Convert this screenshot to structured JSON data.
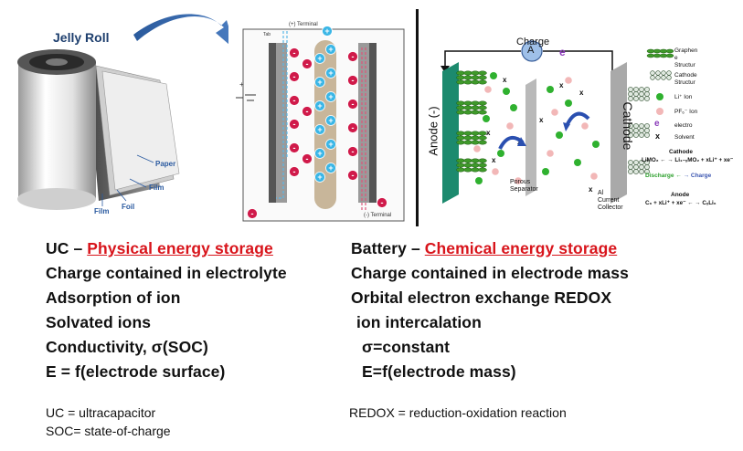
{
  "jelly_roll": {
    "title": "Jelly Roll",
    "label_paper": "Paper",
    "label_film_right": "Film",
    "label_film_left": "Film",
    "label_foil": "Foil"
  },
  "uc_cell": {
    "terminal_top": "(+) Terminal",
    "terminal_bottom": "(-) Terminal",
    "tab_label": "Tab",
    "plus": "+",
    "minus": "-"
  },
  "battery_diagram": {
    "charge_label": "Charge",
    "ammeter": "A",
    "anode_label": "Anode (-)",
    "cathode_label": "Cathode",
    "separator_label": [
      "Porous",
      "Separator"
    ],
    "collector_label": [
      "Al",
      "Current",
      "Collector"
    ],
    "e_mark": "e",
    "legend": {
      "graphene": [
        "Graphen",
        "e",
        "Structur"
      ],
      "cathode_struct": [
        "Cathode",
        "Structur"
      ],
      "li_ion": "Li⁺ Ion",
      "pf6_ion": "PF₆⁻ Ion",
      "electron": "electro",
      "electron_sym": "e",
      "solvent": "Solvent",
      "solvent_sym": "x"
    },
    "cathode_reaction_title": "Cathode",
    "cathode_reaction": "LiMO₂ ← → Li₁₋ₓMO₂ + xLi⁺ + xe⁻",
    "discharge": "Discharge",
    "charge_word": "Charge",
    "anode_reaction_title": "Anode",
    "anode_reaction": "C₆ + xLi⁺ + xe⁻ ← → CₓLi₆"
  },
  "comparison": {
    "uc_heading_prefix": "UC – ",
    "uc_heading_highlight": "Physical energy storage",
    "battery_heading_prefix": "Battery – ",
    "battery_heading_highlight": "Chemical energy storage",
    "uc_lines": [
      "Charge contained in electrolyte",
      "Adsorption of ion",
      "Solvated ions",
      "Conductivity, σ(SOC)",
      "E = f(electrode surface)"
    ],
    "battery_lines": [
      "Charge contained in electrode mass",
      "Orbital electron exchange REDOX",
      "ion intercalation",
      "σ=constant",
      "E=f(electrode mass)"
    ]
  },
  "footnotes": {
    "uc": "UC = ultracapacitor",
    "soc": "SOC= state-of-charge",
    "redox": "REDOX = reduction-oxidation reaction"
  },
  "colors": {
    "accent_red": "#d8141b",
    "anode_green": "#1c8a6e",
    "graphene": "#3f9a2a",
    "cathode_struct": "#6b8f6f",
    "li_ion": "#2fb12f",
    "pf6_ion": "#f2b7b7",
    "electron": "#8a3ab9",
    "uc_anion": "#d01a4a",
    "uc_cation": "#3ab6e6",
    "separator": "#c8b69a"
  }
}
